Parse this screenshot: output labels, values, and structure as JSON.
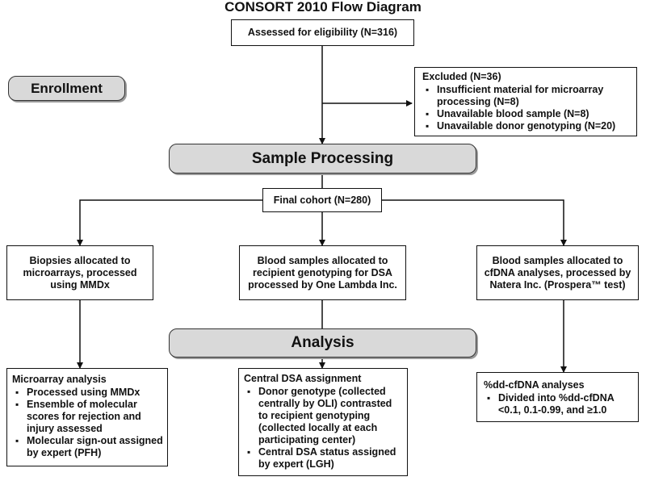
{
  "title": "CONSORT 2010 Flow Diagram",
  "assessed": "Assessed for eligibility (N=316)",
  "stages": {
    "enrollment": "Enrollment",
    "sample_processing": "Sample Processing",
    "analysis": "Analysis"
  },
  "excluded": {
    "head": "Excluded  (N=36)",
    "items": [
      "Insufficient material for microarray processing (N=8)",
      "Unavailable blood sample (N=8)",
      "Unavailable donor genotyping (N=20)"
    ]
  },
  "final_cohort": "Final cohort (N=280)",
  "allocations": {
    "left": "Biopsies allocated to microarrays, processed using MMDx",
    "middle": "Blood samples allocated to recipient genotyping for DSA processed by One Lambda Inc.",
    "right": "Blood samples allocated to cfDNA analyses, processed by Natera Inc. (Prospera™ test)"
  },
  "analyses": {
    "microarray": {
      "head": "Microarray analysis",
      "items": [
        "Processed using MMDx",
        "Ensemble of molecular scores for rejection and injury assessed",
        "Molecular sign-out assigned by expert (PFH)"
      ]
    },
    "dsa": {
      "head": "Central DSA assignment",
      "items": [
        "Donor genotype (collected centrally by OLI) contrasted to recipient genotyping (collected locally at each participating center)",
        "Central DSA status assigned by expert (LGH)"
      ]
    },
    "cfdna": {
      "head": "%dd-cfDNA analyses",
      "items": [
        "Divided into %dd-cfDNA <0.1, 0.1-0.99, and ≥1.0"
      ]
    }
  }
}
